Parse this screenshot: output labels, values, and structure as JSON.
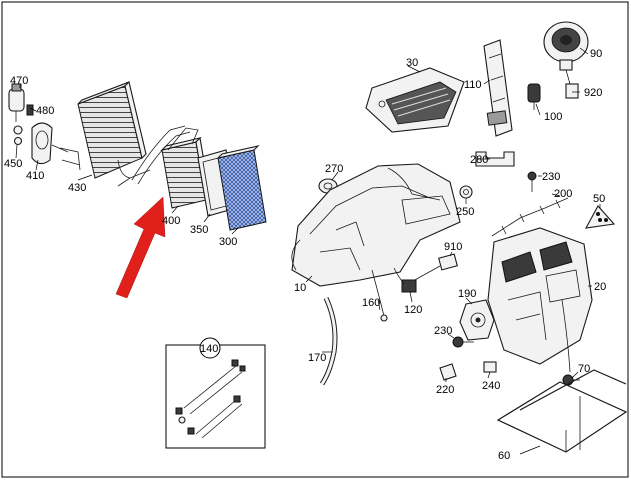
{
  "callouts": {
    "c470": "470",
    "c480": "480",
    "c450": "450",
    "c410": "410",
    "c430": "430",
    "c400": "400",
    "c350": "350",
    "c300": "300",
    "c30": "30",
    "c110": "110",
    "c90": "90",
    "c920": "920",
    "c100": "100",
    "c270": "270",
    "c280": "280",
    "c230a": "230",
    "c200": "200",
    "c250": "250",
    "c50": "50",
    "c910": "910",
    "c10": "10",
    "c160": "160",
    "c120": "120",
    "c190": "190",
    "c20": "20",
    "c230b": "230",
    "c140": "140",
    "c170": "170",
    "c70": "70",
    "c220": "220",
    "c240": "240",
    "c60": "60"
  },
  "colors": {
    "arrow": "#e0201b",
    "line": "#1a1a1a",
    "background": "#ffffff"
  },
  "highlight": {
    "target": "400",
    "arrow_icon": "red-arrow-pointer"
  }
}
